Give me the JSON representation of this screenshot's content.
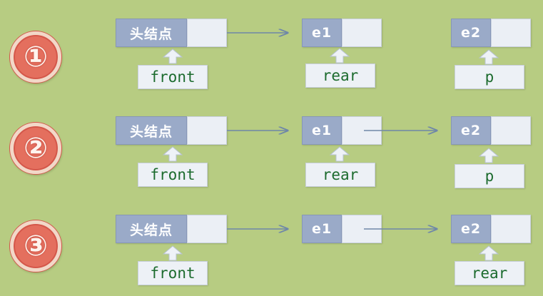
{
  "steps": [
    {
      "number": "①",
      "head_label": "头结点",
      "nodes": [
        "e1",
        "e2"
      ],
      "pointers": [
        "front",
        "rear",
        "p"
      ],
      "links": [
        "head-e1"
      ]
    },
    {
      "number": "②",
      "head_label": "头结点",
      "nodes": [
        "e1",
        "e2"
      ],
      "pointers": [
        "front",
        "rear",
        "p"
      ],
      "links": [
        "head-e1",
        "e1-e2"
      ]
    },
    {
      "number": "③",
      "head_label": "头结点",
      "nodes": [
        "e1",
        "e2"
      ],
      "pointers": [
        "front",
        "rear"
      ],
      "links": [
        "head-e1",
        "e1-e2"
      ]
    }
  ],
  "colors": {
    "background": "#b7cc82",
    "node_data": "#9aaac8",
    "node_next": "#ebeff5",
    "pointer_text": "#1c6b2e",
    "arrow": "#6f87a8",
    "step_badge": "#e46f5e"
  }
}
